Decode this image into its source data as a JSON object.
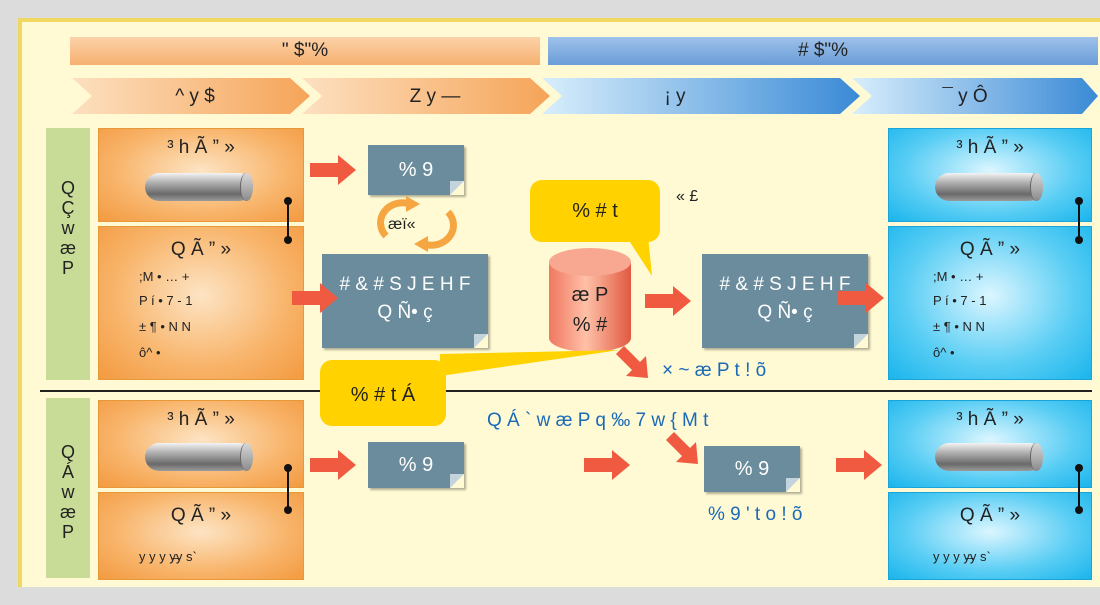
{
  "header": {
    "left_title": "\"  $\"%",
    "right_title": "#  $\"%",
    "stages": [
      "^ y $",
      "Z y —",
      "¡ y",
      "¯ y Ô"
    ]
  },
  "side_labels": {
    "top": [
      "Q",
      "Ç",
      "w",
      "æ",
      "P"
    ],
    "bottom": [
      "Q",
      "Á",
      "w",
      "æ",
      "P"
    ]
  },
  "boxes": {
    "title_small": "³ h Ã ” »",
    "title_main": "Q Ã ” »",
    "list_lines": [
      ";M • … +",
      "P í • 7 - 1",
      "± ¶   •   N N",
      "ô^ •"
    ],
    "bottom_line": "y y y y̶y s`"
  },
  "docs": {
    "small_doc": "% 9",
    "big_doc_line1": "# &  # S J E H F",
    "big_doc_line2": "Q Ñ•  ç"
  },
  "db": {
    "line1": "æ P",
    "line2": "% #"
  },
  "callouts": {
    "top": "% # t",
    "bottom": "% # t Á"
  },
  "labels": {
    "cycle": "æï«",
    "mark": "« £",
    "x_label": "× ~ æ P  t  ! õ",
    "mid_row": "Q Á ` w æ P q ‰ 7 w { M t",
    "under_doc": "% 9 ' t o ! õ"
  },
  "colors": {
    "orange": "#f39a40",
    "blue": "#1ab5ec",
    "arrow": "#f05a40",
    "callout": "#ffd200",
    "doc": "#6a8c9c"
  }
}
